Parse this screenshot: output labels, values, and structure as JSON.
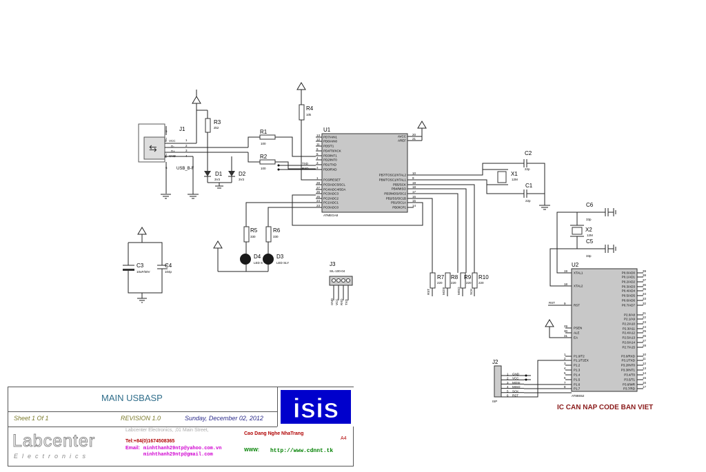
{
  "title_block": {
    "title": "MAIN USBASP",
    "sheet": "Sheet  1   Of 1",
    "revision": "REVISION  1.0",
    "date": "Sunday, December 02, 2012",
    "company": "Labcenter Electronics,      ,01 Main Street,",
    "tel": "Tel:+84(0)1674508365",
    "email_label": "Email:",
    "email_1": "minhthanh29ntp@yahoo.com.vn",
    "email_2": "minhthanh29ntp@gmail.com",
    "school": "Cao Dang Nghe NhaTrang",
    "size": "A4",
    "www_label": "WWW:",
    "www": "http://www.cdnnt.tk",
    "logo_isis": "isis",
    "logo_labcenter": "Labcenter",
    "logo_electronics": "Electronics"
  },
  "caption": "IC CAN NAP CODE BAN VIET",
  "components": {
    "j1": {
      "ref": "J1",
      "value": "USB_B-F",
      "pins": [
        "VCC",
        "D-",
        "D+",
        "GND"
      ],
      "nums": [
        "1",
        "2",
        "3",
        "4"
      ],
      "shell": [
        "5",
        "6"
      ],
      "side": [
        "NC",
        "NC"
      ]
    },
    "r1": {
      "ref": "R1",
      "value": "100"
    },
    "r2": {
      "ref": "R2",
      "value": "100"
    },
    "r3": {
      "ref": "R3",
      "value": "2k2"
    },
    "r4": {
      "ref": "R4",
      "value": "10k"
    },
    "r5": {
      "ref": "R5",
      "value": "330"
    },
    "r6": {
      "ref": "R6",
      "value": "330"
    },
    "r7": {
      "ref": "R7",
      "value": "220"
    },
    "r8": {
      "ref": "R8",
      "value": "220"
    },
    "r9": {
      "ref": "R9",
      "value": "220"
    },
    "r10": {
      "ref": "R10",
      "value": "220"
    },
    "d1": {
      "ref": "D1",
      "value": "3V3"
    },
    "d2": {
      "ref": "D2",
      "value": "3V3"
    },
    "d3": {
      "ref": "D3",
      "value": "LED SLY"
    },
    "d4": {
      "ref": "D4",
      "value": "LED S"
    },
    "c1": {
      "ref": "C1",
      "value": "22p"
    },
    "c2": {
      "ref": "C2",
      "value": "22p"
    },
    "c3": {
      "ref": "C3",
      "value": "10uF/50V"
    },
    "c4": {
      "ref": "C4",
      "value": "104p"
    },
    "c5": {
      "ref": "C5",
      "value": "33p"
    },
    "c6": {
      "ref": "C6",
      "value": "33p"
    },
    "x1": {
      "ref": "X1",
      "value": "12M"
    },
    "x2": {
      "ref": "X2",
      "value": "12M"
    },
    "j3": {
      "ref": "J3",
      "value": "SIL-100-04",
      "pins": [
        "GND",
        "VCC",
        "RXD",
        "TXD"
      ]
    },
    "j2": {
      "ref": "J2",
      "value": "ISP",
      "pins": [
        "GND",
        "VCC",
        "MOSI",
        "MISO",
        "SCK",
        "RST"
      ],
      "nums": [
        "1",
        "2",
        "3",
        "4",
        "5",
        "6"
      ]
    },
    "u1": {
      "ref": "U1",
      "value": "ATMEGA8",
      "left_pins": [
        "PD7/AIN1",
        "PD6/AIN0",
        "PD5/T1",
        "PD4/T0/XCK",
        "PD3/INT1",
        "PD2/INT0",
        "PD1/TXD",
        "PD0/RXD",
        "PC6/RESET",
        "PC5/ADC5/SCL",
        "PC4/ADC4/SDA",
        "PC3/ADC3",
        "PC2/ADC2",
        "PC1/ADC1",
        "PC0/ADC0"
      ],
      "left_nums": [
        "13",
        "12",
        "11",
        "6",
        "5",
        "4",
        "3",
        "2",
        "1",
        "28",
        "27",
        "26",
        "25",
        "24",
        "23"
      ],
      "right_pins": [
        "AVCC",
        "AREF",
        "PB7/TOSC2/XTAL2",
        "PB6/TOSC1/XTAL1",
        "PB5/SCK",
        "PB4/MISO",
        "PB3/MOSI/OC2",
        "PB2/SS/OC1B",
        "PB1/OC1A",
        "PB0/ICP1"
      ],
      "right_nums": [
        "20",
        "21",
        "10",
        "9",
        "19",
        "18",
        "17",
        "16",
        "15",
        "14"
      ]
    },
    "u2": {
      "ref": "U2",
      "value": "AT89S52",
      "left_pins": [
        "XTAL1",
        "XTAL2",
        "RST",
        "PSEN",
        "ALE",
        "EA",
        "P1.0/T2",
        "P1.1/T2EX",
        "P1.2",
        "P1.3",
        "P1.4",
        "P1.5",
        "P1.6",
        "P1.7"
      ],
      "left_nums": [
        "19",
        "18",
        "9",
        "29",
        "30",
        "31",
        "1",
        "2",
        "3",
        "4",
        "5",
        "6",
        "7",
        "8"
      ],
      "right_pins": [
        "P0.0/AD0",
        "P0.1/AD1",
        "P0.2/AD2",
        "P0.3/AD3",
        "P0.4/AD4",
        "P0.5/AD5",
        "P0.6/AD6",
        "P0.7/AD7",
        "P2.0/A8",
        "P2.1/A9",
        "P2.2/A10",
        "P2.3/A11",
        "P2.4/A12",
        "P2.5/A13",
        "P2.6/A14",
        "P2.7/A15",
        "P3.0/RXD",
        "P3.1/TXD",
        "P3.2/INT0",
        "P3.3/INT1",
        "P3.4/T0",
        "P3.5/T1",
        "P3.6/WR",
        "P3.7/RD"
      ],
      "right_nums": [
        "39",
        "38",
        "37",
        "36",
        "35",
        "34",
        "33",
        "32",
        "21",
        "22",
        "23",
        "24",
        "25",
        "26",
        "27",
        "28",
        "10",
        "11",
        "12",
        "13",
        "14",
        "15",
        "16",
        "17"
      ]
    }
  },
  "net_labels": {
    "txd": "TXD",
    "rxd": "RXD",
    "rst_u2": "RST",
    "rst": "RST",
    "mosi": "MOSI",
    "miso": "MISO",
    "sck": "SCK"
  },
  "colors": {
    "wire": "#7a0000",
    "chip_fill": "#c8c8c8",
    "isis_blue": "#0000cc",
    "caption": "#8a1a1a"
  }
}
